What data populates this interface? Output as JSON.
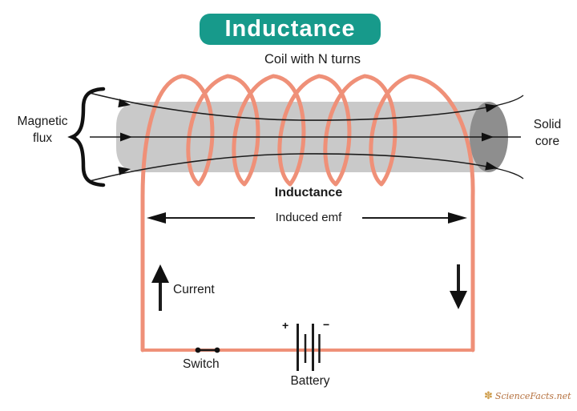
{
  "title": "Inductance",
  "labels": {
    "coil": "Coil with N turns",
    "magnetic_flux_line1": "Magnetic",
    "magnetic_flux_line2": "flux",
    "solid_core_line1": "Solid",
    "solid_core_line2": "core",
    "inductance": "Inductance",
    "induced_emf": "Induced emf",
    "current": "Current",
    "switch": "Switch",
    "battery": "Battery",
    "battery_plus": "+",
    "battery_minus": "−"
  },
  "watermark": {
    "icon": "flower-icon",
    "icon_glyph": "✽",
    "text": "ScienceFacts.net"
  },
  "colors": {
    "accent_teal": "#179a8b",
    "coil": "#ef9078",
    "core_gray": "#c9c9c9",
    "core_face": "#8e8e8e",
    "ink": "#1a1a1a",
    "watermark": "#b5713f"
  }
}
